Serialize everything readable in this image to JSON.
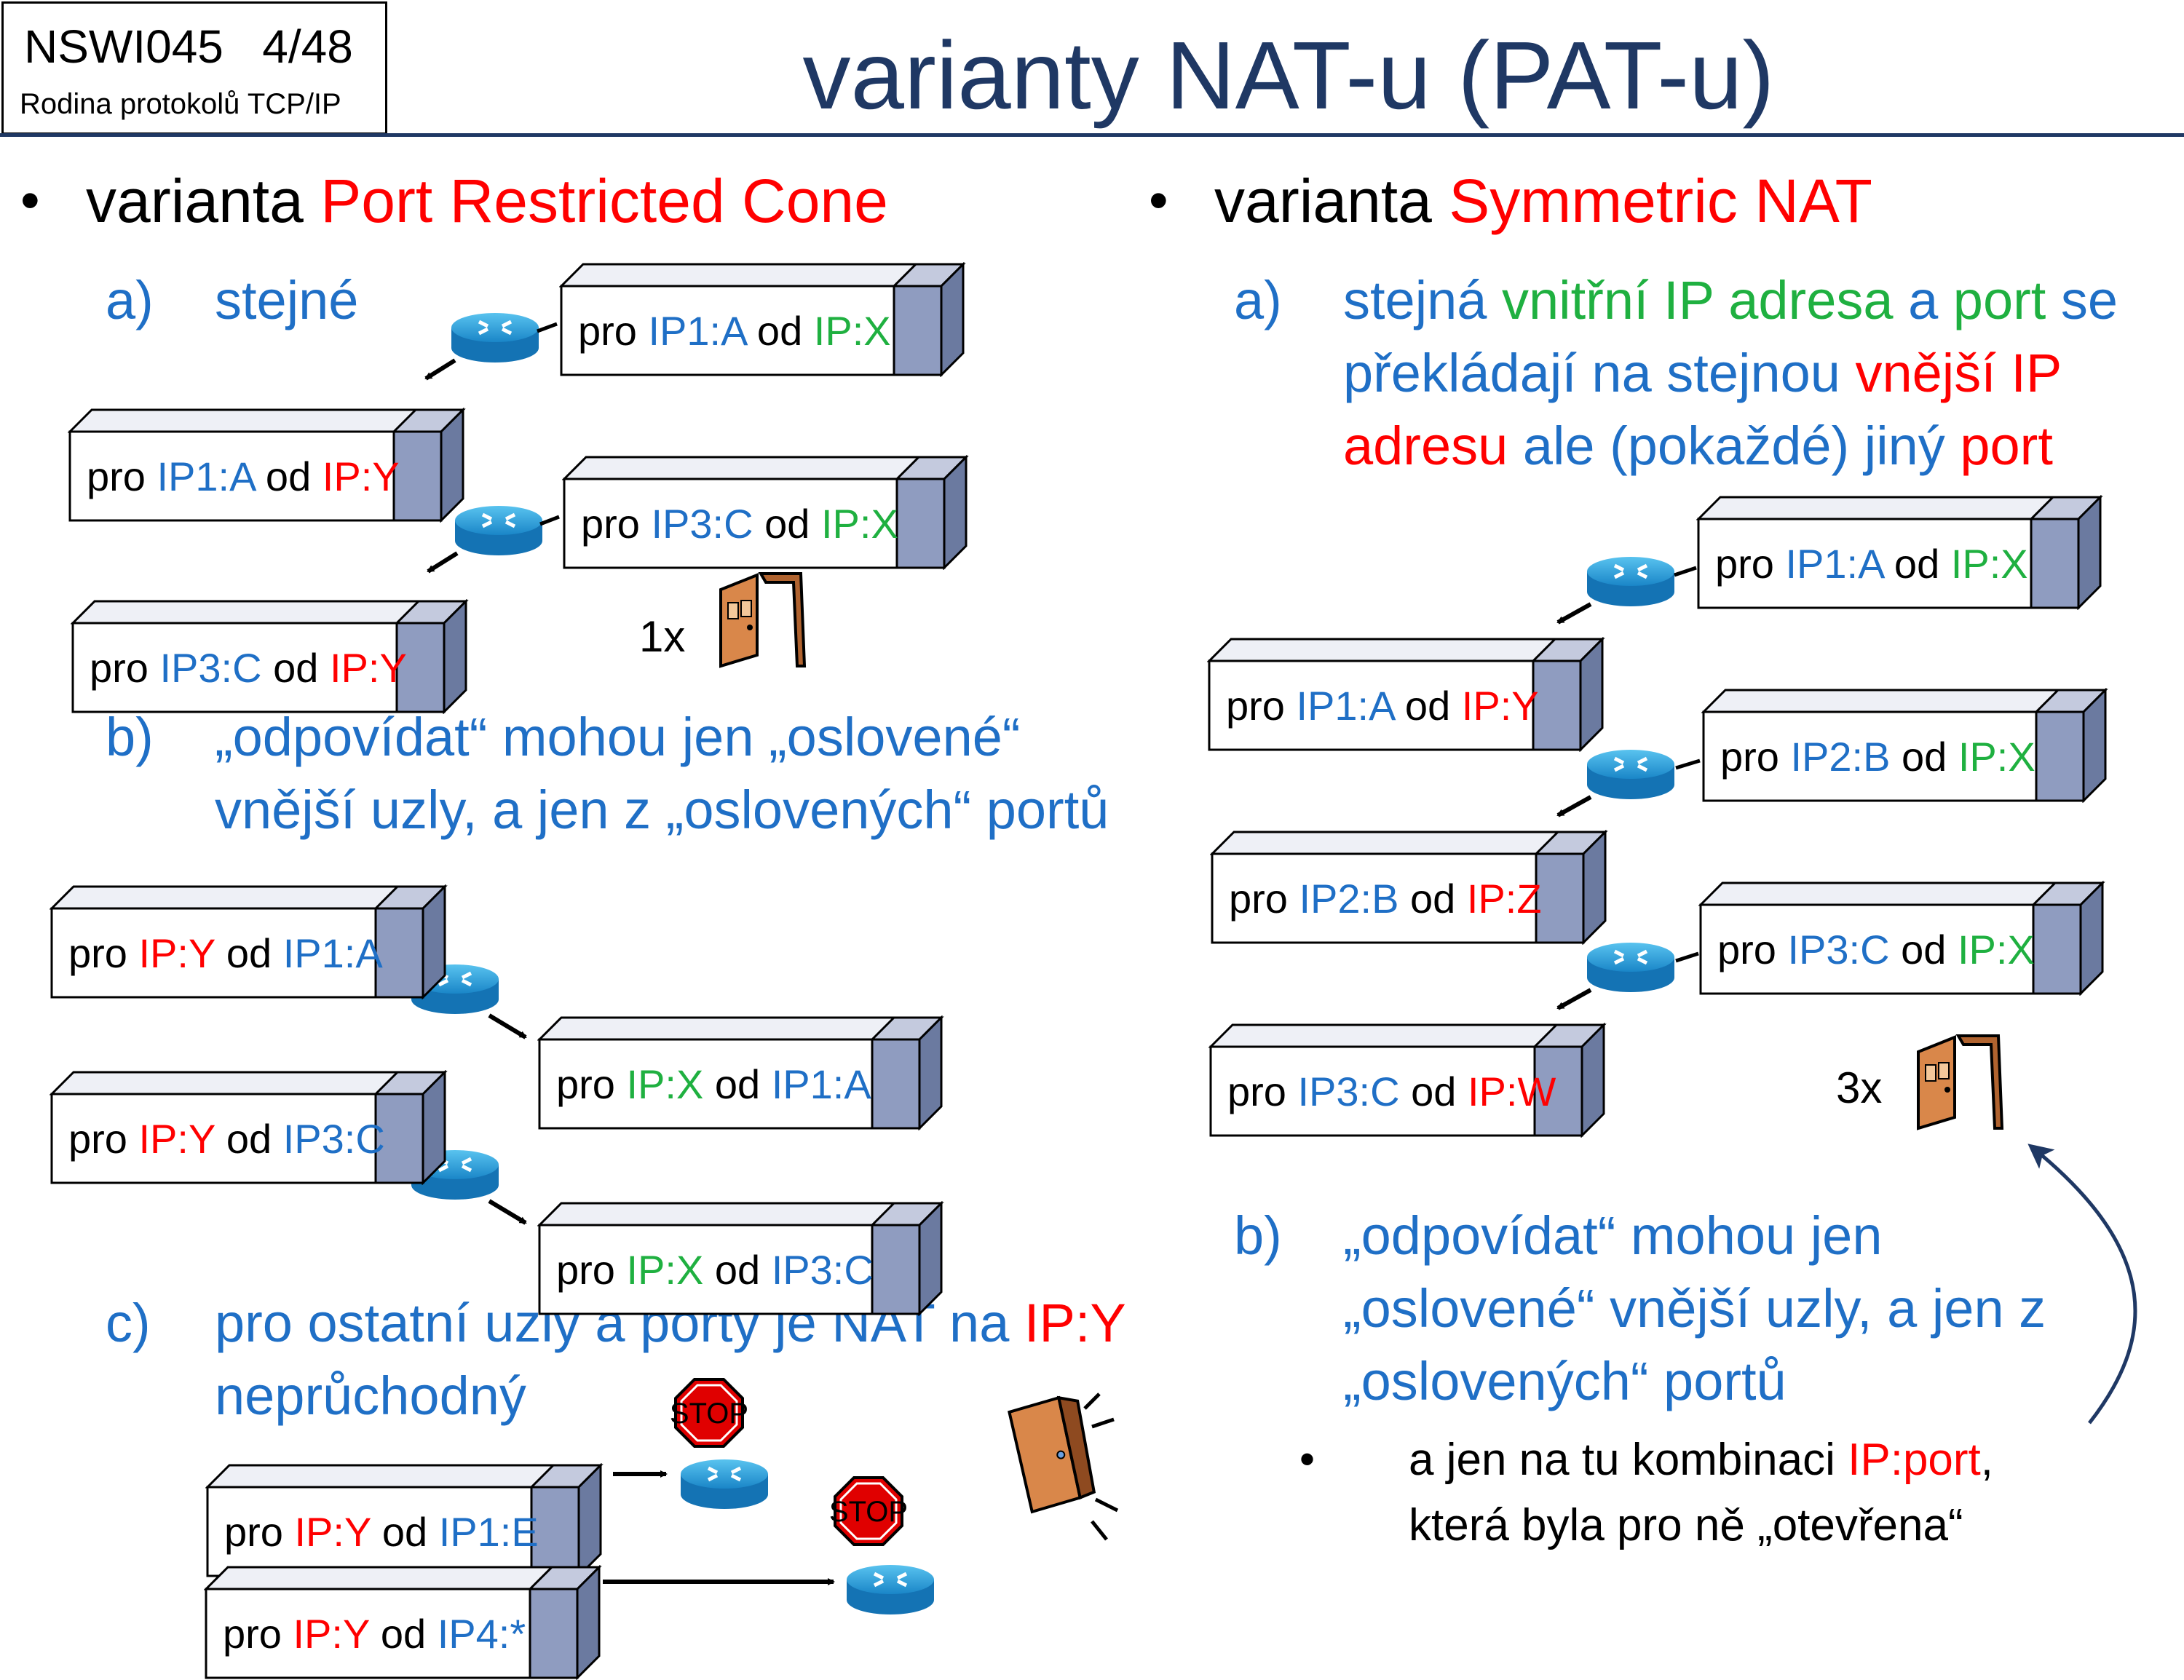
{
  "header": {
    "course_code": "NSWI045",
    "slide_no": "4/48",
    "course_name": "Rodina protokolů TCP/IP",
    "title": "varianty NAT-u (PAT-u)"
  },
  "left": {
    "variant_prefix": "varianta",
    "variant_name": "Port Restricted Cone",
    "a_marker": "a)",
    "a_text": "stejné",
    "b_marker": "b)",
    "b_line1": "„odpovídat“ mohou jen „oslovené“",
    "b_line2": "vnější uzly, a jen z „oslovených“ portů",
    "c_marker": "c)",
    "c_line1_a": "pro ostatní uzly a porty je NAT na ",
    "c_line1_b": "IP:Y",
    "c_line2": "neprůchodný",
    "count": "1x",
    "stop": "STOP"
  },
  "right": {
    "variant_prefix": "varianta",
    "variant_name": "Symmetric NAT",
    "a_marker": "a)",
    "a_l1": [
      "stejná ",
      "vnitřní IP adresa",
      " a ",
      "port",
      " se"
    ],
    "a_l2": [
      "překládají na stejnou ",
      "vnější IP"
    ],
    "a_l3": [
      "adresu",
      " ale (pokaždé) jiný ",
      "port"
    ],
    "count": "3x",
    "b_marker": "b)",
    "b_line1": "„odpovídat“ mohou jen",
    "b_line2": "„oslovené“ vnější uzly, a jen z",
    "b_line3": "„oslovených“ portů",
    "sub_line1_a": "a jen na tu kombinaci ",
    "sub_line1_b": "IP:port",
    "sub_line1_c": ",",
    "sub_line2": "která byla pro ně „otevřena“"
  },
  "boxes": {
    "l_a1_out": [
      "pro ",
      "IP1:A",
      " od ",
      "IP:X"
    ],
    "l_a1_in": [
      "pro ",
      "IP1:A",
      " od ",
      "IP:Y"
    ],
    "l_a2_out": [
      "pro ",
      "IP3:C",
      " od ",
      "IP:X"
    ],
    "l_a2_in": [
      "pro ",
      "IP3:C",
      " od ",
      "IP:Y"
    ],
    "l_b1_in": [
      "pro ",
      "IP:Y",
      " od ",
      "IP1:A"
    ],
    "l_b1_out": [
      "pro ",
      "IP:X",
      " od ",
      "IP1:A"
    ],
    "l_b2_in": [
      "pro ",
      "IP:Y",
      " od ",
      "IP3:C"
    ],
    "l_b2_out": [
      "pro ",
      "IP:X",
      " od ",
      "IP3:C"
    ],
    "l_c1": [
      "pro ",
      "IP:Y",
      " od ",
      "IP1:E"
    ],
    "l_c2": [
      "pro ",
      "IP:Y",
      " od ",
      "IP4:*"
    ],
    "r_1_out": [
      "pro ",
      "IP1:A",
      " od ",
      "IP:X"
    ],
    "r_1_in": [
      "pro ",
      "IP1:A",
      " od ",
      "IP:Y"
    ],
    "r_2_out": [
      "pro ",
      "IP2:B",
      " od ",
      "IP:X"
    ],
    "r_2_in": [
      "pro ",
      "IP2:B",
      " od ",
      "IP:Z"
    ],
    "r_3_out": [
      "pro ",
      "IP3:C",
      " od ",
      "IP:X"
    ],
    "r_3_in": [
      "pro ",
      "IP3:C",
      " od ",
      "IP:W"
    ]
  }
}
